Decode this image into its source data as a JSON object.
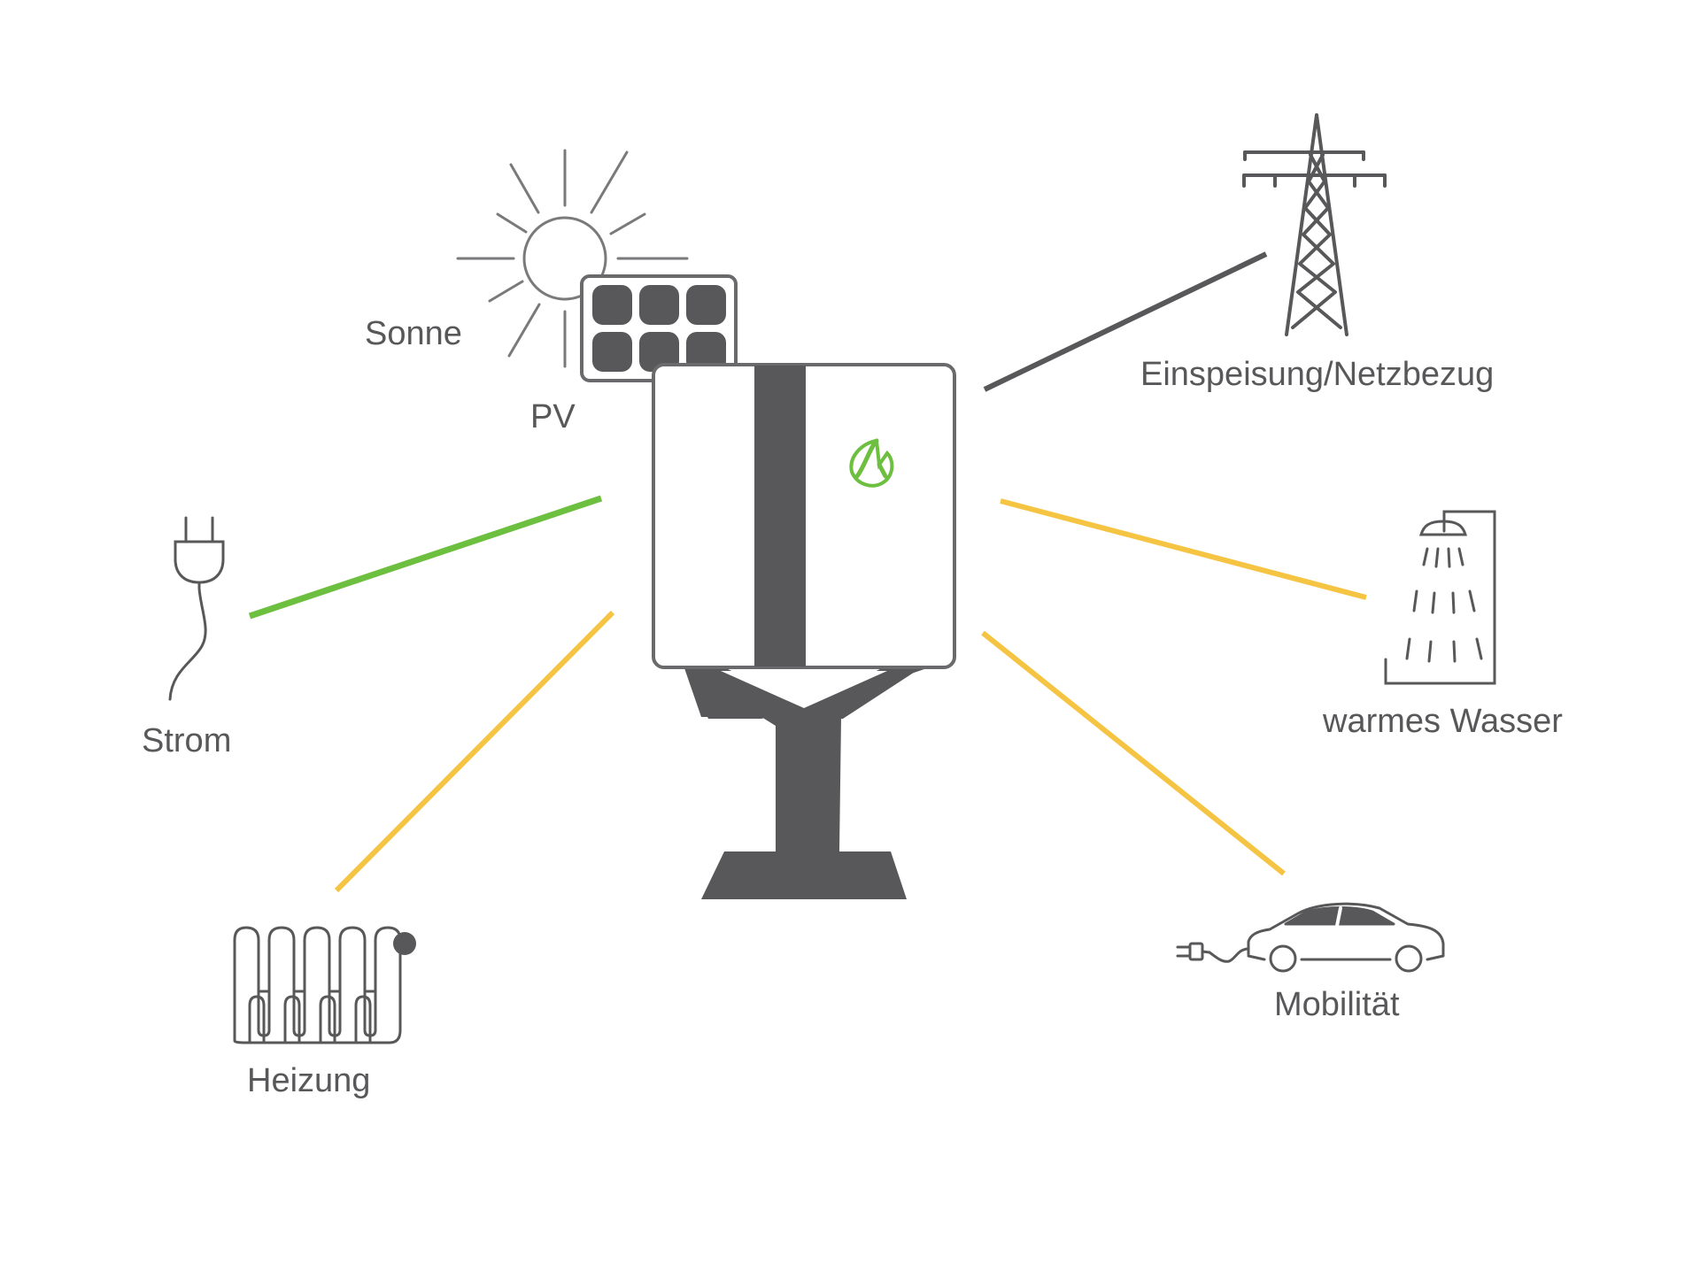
{
  "labels": {
    "sonne": "Sonne",
    "pv": "PV",
    "grid": "Einspeisung/Netzbezug",
    "strom": "Strom",
    "hot_water": "warmes Wasser",
    "heizung": "Heizung",
    "mobilitaet": "Mobilität"
  },
  "icons": {
    "sun": "sun-icon",
    "pv": "solar-panel-icon",
    "grid": "power-pylon-icon",
    "strom": "power-plug-icon",
    "hot_water": "shower-icon",
    "heizung": "radiator-icon",
    "mobilitaet": "electric-car-icon",
    "center": "energy-storage-unit-icon",
    "logo": "brand-logo-icon"
  },
  "colors": {
    "green": "#6cbf3f",
    "yellow": "#f6c443",
    "dark": "#58585a",
    "icon_stroke": "#7a7a7c"
  }
}
